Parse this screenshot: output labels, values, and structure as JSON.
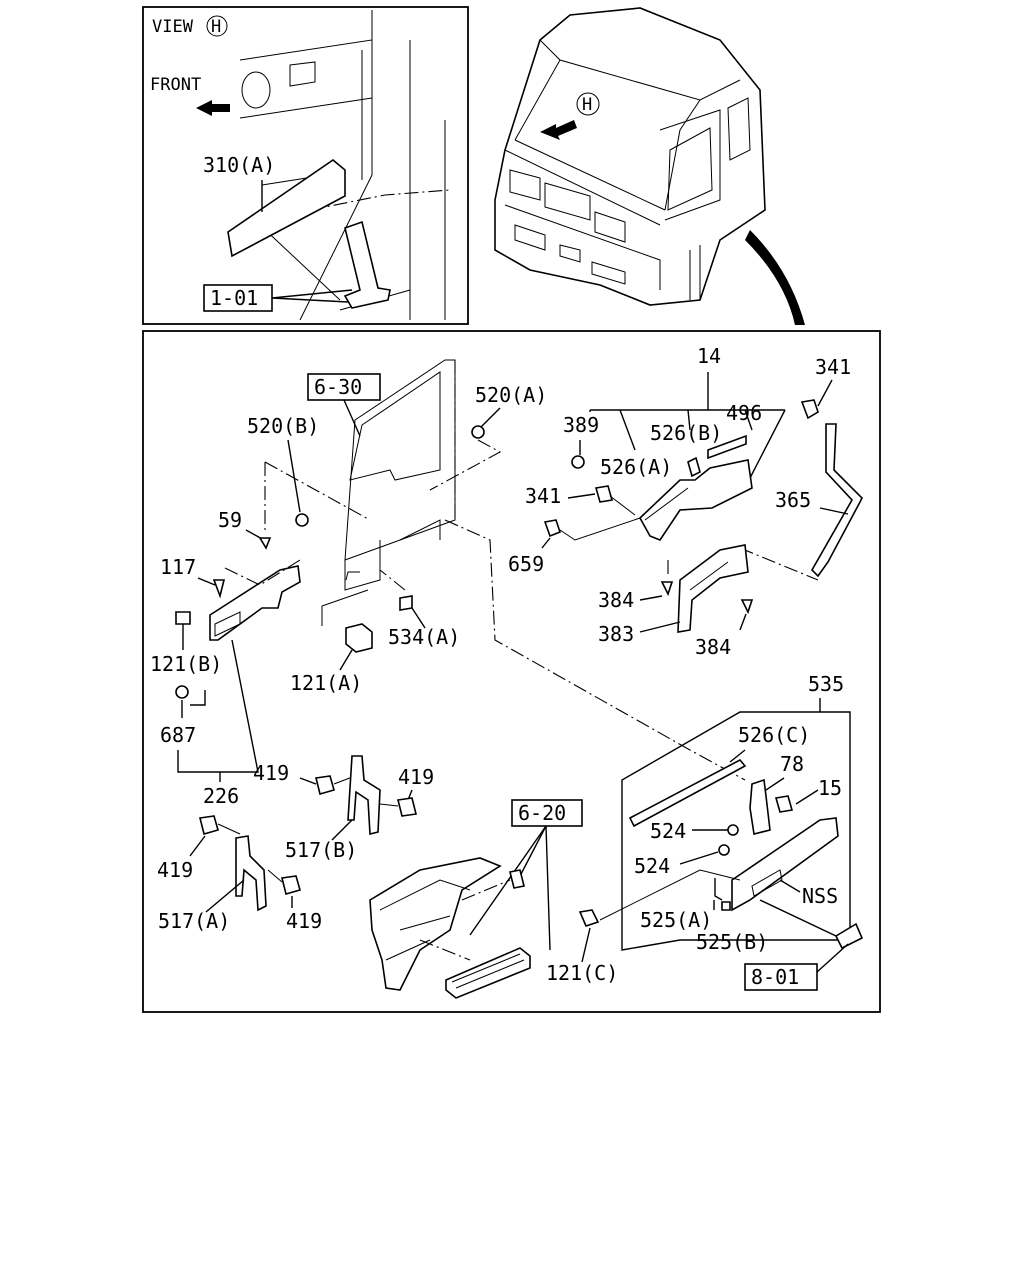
{
  "inset": {
    "view_label": "VIEW",
    "view_marker": "H",
    "front_label": "FRONT",
    "labels": {
      "p310A": "310(A)"
    },
    "ref_boxes": {
      "r101": "1-01"
    }
  },
  "cab": {
    "view_marker": "H"
  },
  "main": {
    "ref_boxes": {
      "r630": "6-30",
      "r620": "6-20",
      "r801": "8-01"
    },
    "labels": {
      "p14": "14",
      "p341a": "341",
      "p520A": "520(A)",
      "p520B": "520(B)",
      "p389": "389",
      "p526B": "526(B)",
      "p496": "496",
      "p526A": "526(A)",
      "p341b": "341",
      "p365": "365",
      "p59": "59",
      "p659": "659",
      "p117": "117",
      "p384a": "384",
      "p383": "383",
      "p384b": "384",
      "p534A": "534(A)",
      "p121B": "121(B)",
      "p121A": "121(A)",
      "p535": "535",
      "p687": "687",
      "p526C": "526(C)",
      "p78": "78",
      "p419a": "419",
      "p419b": "419",
      "p15": "15",
      "p226": "226",
      "p524a": "524",
      "p517B": "517(B)",
      "p524b": "524",
      "p419c": "419",
      "pNSS": "NSS",
      "p517A": "517(A)",
      "p419d": "419",
      "p525A": "525(A)",
      "p525B": "525(B)",
      "p121C": "121(C)"
    }
  }
}
